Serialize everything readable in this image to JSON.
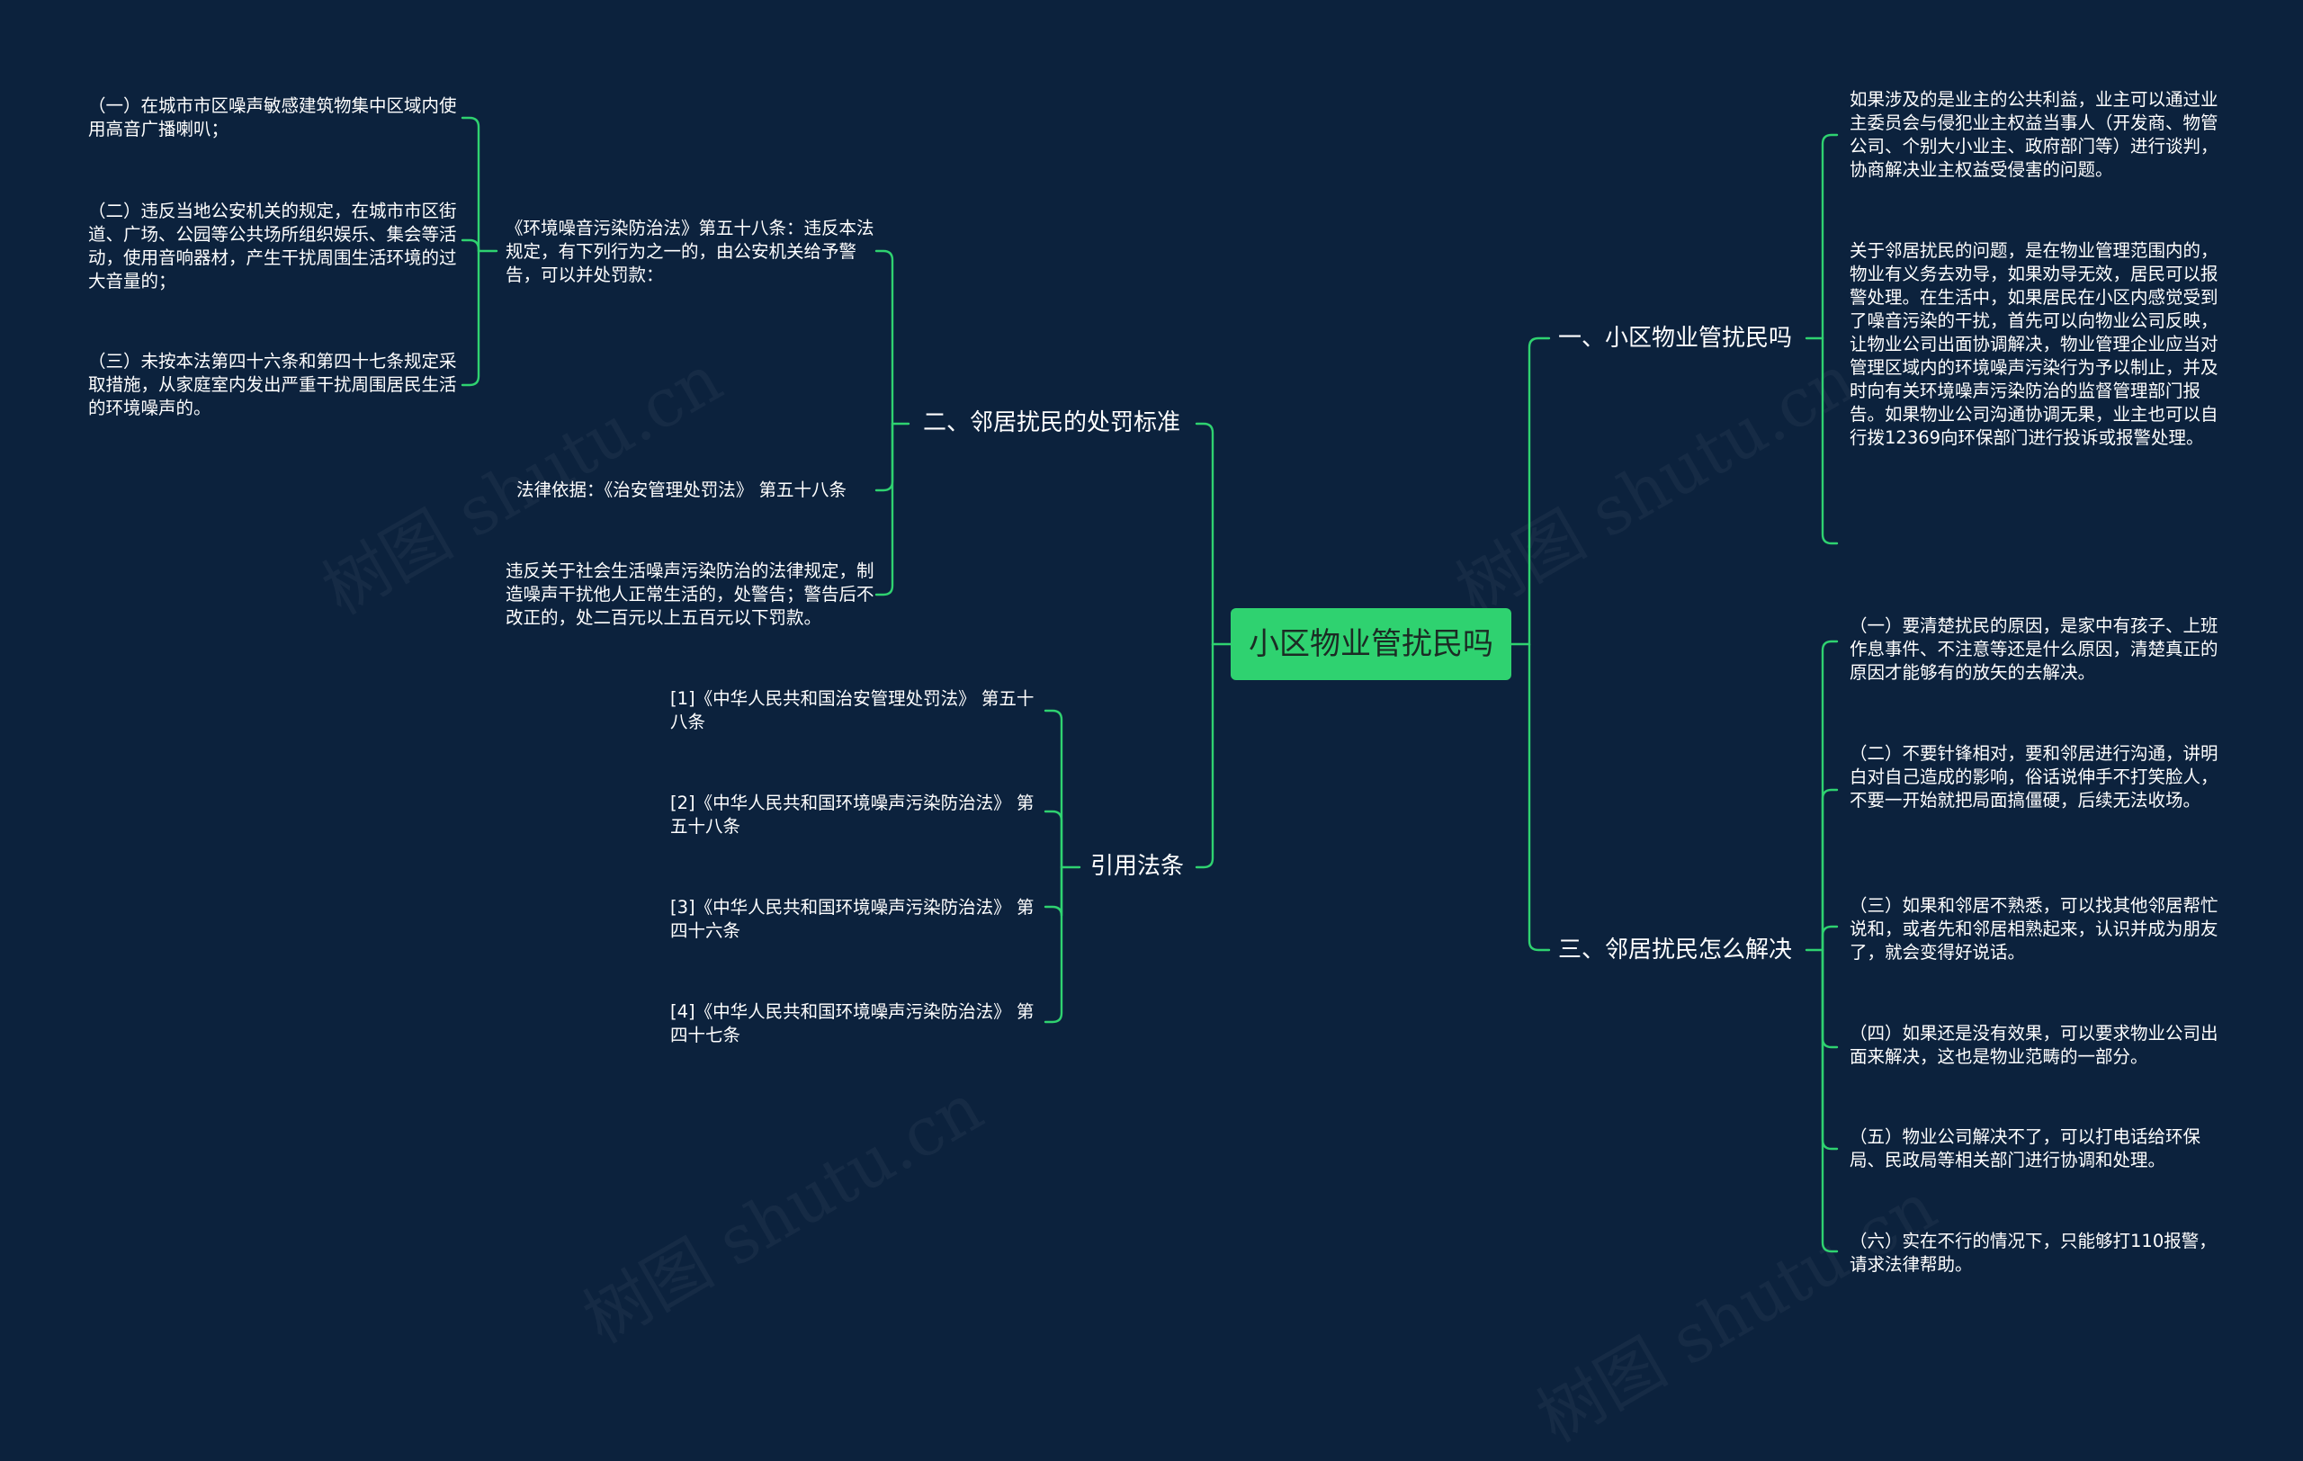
{
  "root": {
    "label": "小区物业管扰民吗"
  },
  "right": {
    "branch1": {
      "label": "一、小区物业管扰民吗",
      "items": [
        "如果涉及的是业主的公共利益，业主可以通过业主委员会与侵犯业主权益当事人（开发商、物管公司、个别大小业主、政府部门等）进行谈判，协商解决业主权益受侵害的问题。",
        "关于邻居扰民的问题，是在物业管理范围内的，物业有义务去劝导，如果劝导无效，居民可以报警处理。在生活中，如果居民在小区内感觉受到了噪音污染的干扰，首先可以向物业公司反映，让物业公司出面协调解决，物业管理企业应当对管理区域内的环境噪声污染行为予以制止，并及时向有关环境噪声污染防治的监督管理部门报告。如果物业公司沟通协调无果，业主也可以自行拨12369向环保部门进行投诉或报警处理。"
      ]
    },
    "branch3": {
      "label": "三、邻居扰民怎么解决",
      "items": [
        "（一）要清楚扰民的原因，是家中有孩子、上班作息事件、不注意等还是什么原因，清楚真正的原因才能够有的放矢的去解决。",
        "（二）不要针锋相对，要和邻居进行沟通，讲明白对自己造成的影响，俗话说伸手不打笑脸人，不要一开始就把局面搞僵硬，后续无法收场。",
        "（三）如果和邻居不熟悉，可以找其他邻居帮忙说和，或者先和邻居相熟起来，认识并成为朋友了，就会变得好说话。",
        "（四）如果还是没有效果，可以要求物业公司出面来解决，这也是物业范畴的一部分。",
        "（五）物业公司解决不了，可以打电话给环保局、民政局等相关部门进行协调和处理。",
        "（六）实在不行的情况下，只能够打110报警，请求法律帮助。"
      ]
    }
  },
  "left": {
    "branch2": {
      "label": "二、邻居扰民的处罚标准",
      "article": "《环境噪音污染防治法》第五十八条：违反本法规定，有下列行为之一的，由公安机关给予警告，可以并处罚款：",
      "article_items": [
        "（一）在城市市区噪声敏感建筑物集中区域内使用高音广播喇叭；",
        "（二）违反当地公安机关的规定，在城市市区街道、广场、公园等公共场所组织娱乐、集会等活动，使用音响器材，产生干扰周围生活环境的过大音量的；",
        "（三）未按本法第四十六条和第四十七条规定采取措施，从家庭室内发出严重干扰周围居民生活的环境噪声的。"
      ],
      "legal_basis": "法律依据：《治安管理处罚法》 第五十八条",
      "violation": "违反关于社会生活噪声污染防治的法律规定，制造噪声干扰他人正常生活的，处警告；警告后不改正的，处二百元以上五百元以下罚款。"
    },
    "citations": {
      "label": "引用法条",
      "items": [
        "[1]《中华人民共和国治安管理处罚法》 第五十八条",
        "[2]《中华人民共和国环境噪声污染防治法》 第五十八条",
        "[3]《中华人民共和国环境噪声污染防治法》 第四十六条",
        "[4]《中华人民共和国环境噪声污染防治法》 第四十七条"
      ]
    }
  },
  "watermark": "树图 shutu.cn",
  "colors": {
    "background": "#0c223d",
    "root_fill": "#2fd270",
    "line": "#2fd270",
    "text": "#ffffff"
  }
}
